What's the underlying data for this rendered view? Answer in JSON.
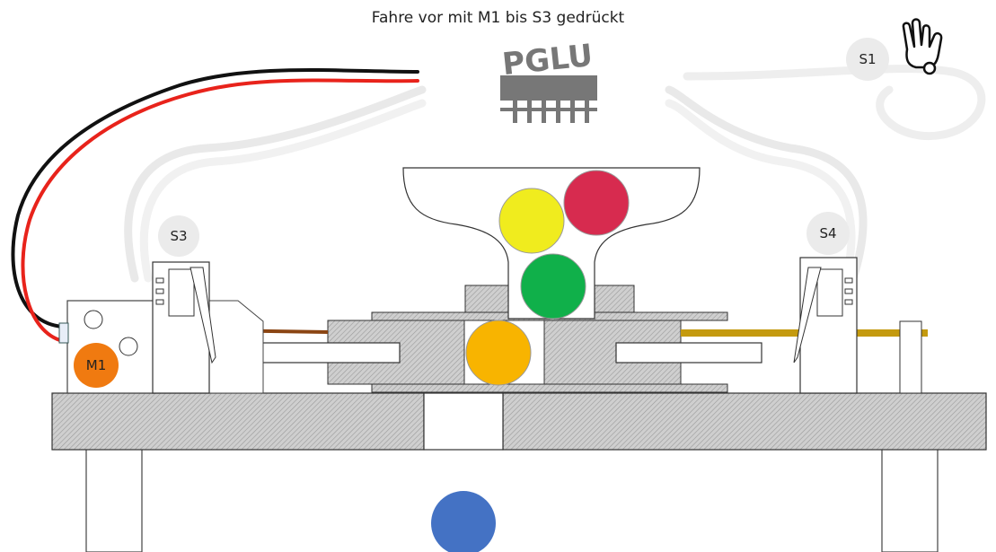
{
  "instruction": "Fahre vor mit M1 bis S3 gedrückt",
  "logo_text": "PGLU",
  "motor": {
    "label": "M1",
    "color": "#f07a10"
  },
  "sensors": [
    {
      "id": "s1",
      "label": "S1"
    },
    {
      "id": "s3",
      "label": "S3"
    },
    {
      "id": "s4",
      "label": "S4"
    }
  ],
  "balls": [
    {
      "id": "red",
      "color": "#d72b4f"
    },
    {
      "id": "yellow",
      "color": "#f0ec1e"
    },
    {
      "id": "green",
      "color": "#10b04a"
    },
    {
      "id": "orange",
      "color": "#f8b400"
    },
    {
      "id": "blue",
      "color": "#4472c4"
    }
  ],
  "icons": {
    "push_button": "finger-press-icon"
  },
  "colors": {
    "wire_red": "#e8231b",
    "wire_black": "#111111",
    "rod_left": "#8b4513",
    "rod_right": "#c49a0f",
    "hatch_base": "#c8c8c8"
  }
}
